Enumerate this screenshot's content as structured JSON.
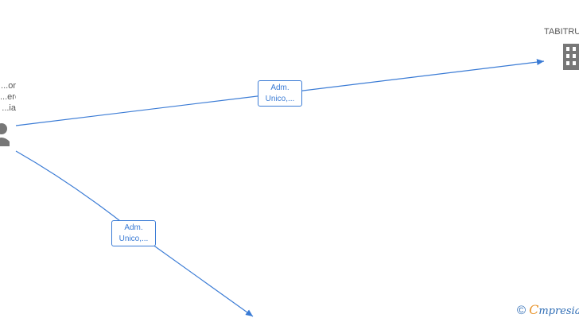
{
  "nodes": {
    "person": {
      "label_lines": [
        "...or",
        "...ero",
        "...ia"
      ],
      "icon": "person-icon"
    },
    "company": {
      "label": "TABITRU",
      "icon": "building-icon"
    }
  },
  "edges": [
    {
      "label_lines": [
        "Adm.",
        "Unico,..."
      ],
      "from": "person",
      "to": "company"
    },
    {
      "label_lines": [
        "Adm.",
        "Unico,..."
      ],
      "from": "person",
      "to": "offscreen-node"
    }
  ],
  "watermark": {
    "copyright_symbol": "©",
    "brand_initial": "C",
    "brand_rest": "mpresia"
  },
  "colors": {
    "edge": "#3a7bd5",
    "icon": "#777777",
    "text": "#555555"
  }
}
